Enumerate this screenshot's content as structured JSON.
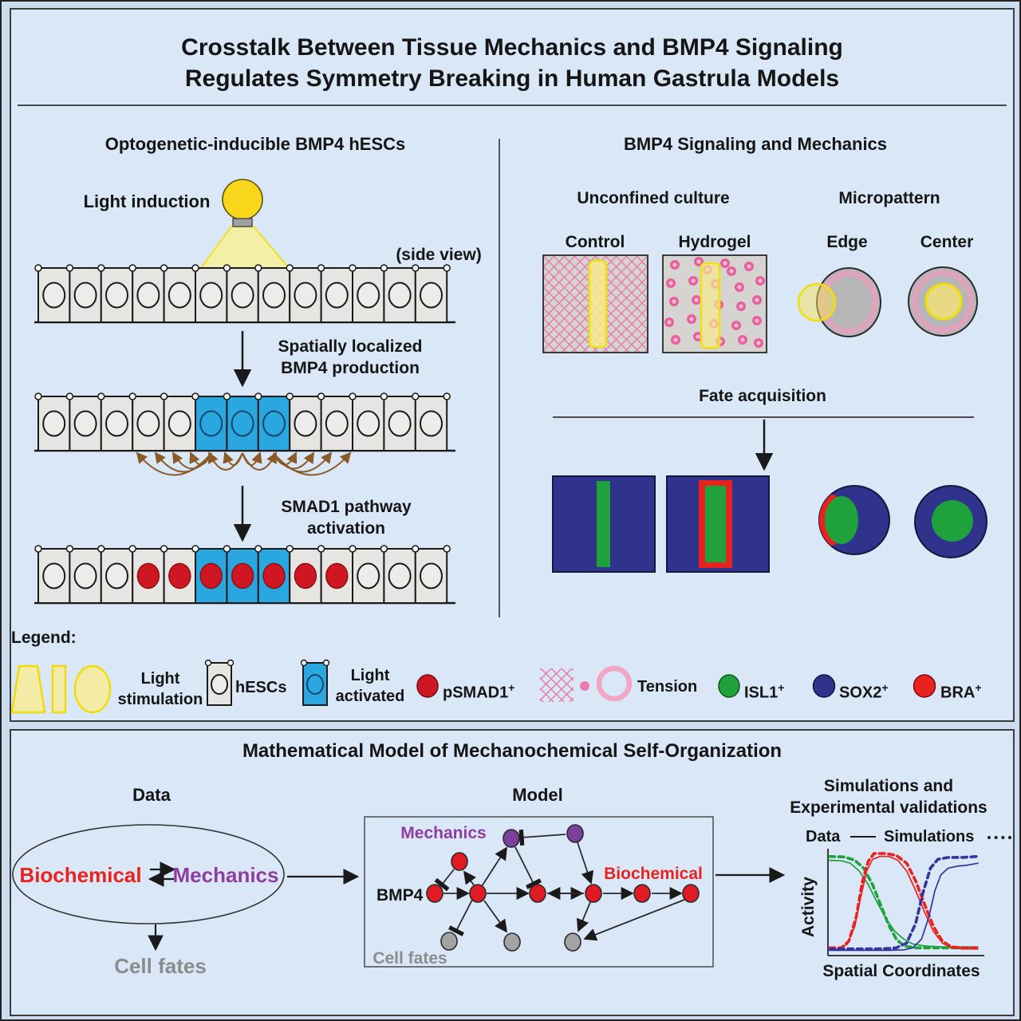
{
  "title": {
    "line1": "Crosstalk Between Tissue Mechanics and BMP4 Signaling",
    "line2": "Regulates Symmetry Breaking in Human Gastrula Models"
  },
  "left_panel": {
    "header": "Optogenetic-inducible BMP4 hESCs",
    "light_induction": "Light induction",
    "side_view": "(side view)",
    "step1": [
      "Spatially localized",
      "BMP4 production"
    ],
    "step2": [
      "SMAD1 pathway",
      "activation"
    ],
    "cell_rows": [
      {
        "y": 9,
        "pattern": "ggggggggggggg"
      },
      {
        "y": 170,
        "pattern": "gggggBBBggggg"
      },
      {
        "y": 361,
        "pattern": "gggrrRRRrrggg"
      }
    ]
  },
  "right_panel": {
    "header": "BMP4 Signaling and Mechanics",
    "unconfined_title": "Unconfined culture",
    "micropattern_title": "Micropattern",
    "control_label": "Control",
    "hydrogel_label": "Hydrogel",
    "edge_label": "Edge",
    "center_label": "Center",
    "fate_label": "Fate acquisition",
    "hydrogel_dots": [
      [
        15,
        12
      ],
      [
        45,
        8
      ],
      [
        78,
        10
      ],
      [
        108,
        14
      ],
      [
        122,
        32
      ],
      [
        10,
        35
      ],
      [
        38,
        32
      ],
      [
        66,
        36
      ],
      [
        96,
        40
      ],
      [
        118,
        56
      ],
      [
        14,
        58
      ],
      [
        42,
        56
      ],
      [
        70,
        62
      ],
      [
        98,
        64
      ],
      [
        8,
        84
      ],
      [
        36,
        80
      ],
      [
        64,
        86
      ],
      [
        92,
        88
      ],
      [
        118,
        82
      ],
      [
        16,
        106
      ],
      [
        44,
        102
      ],
      [
        72,
        108
      ],
      [
        100,
        106
      ],
      [
        120,
        110
      ],
      [
        56,
        18
      ],
      [
        86,
        20
      ]
    ]
  },
  "legend": {
    "title": "Legend:",
    "light_stim_line1": "Light",
    "light_stim_line2": "stimulation",
    "hescs": "hESCs",
    "light_act_line1": "Light",
    "light_act_line2": "activated",
    "psmad1": "pSMAD1",
    "tension": "Tension",
    "isl1": "ISL1",
    "sox2": "SOX2",
    "bra": "BRA",
    "plus": "+"
  },
  "bottom_panel": {
    "header": "Mathematical Model of Mechanochemical Self-Organization",
    "data_label": "Data",
    "model_label": "Model",
    "biochemical": "Biochemical",
    "mechanics": "Mechanics",
    "cell_fates": "Cell fates",
    "model_mechanics": "Mechanics",
    "model_biochemical": "Biochemical",
    "model_cell_fates": "Cell fates",
    "bmp4": "BMP4",
    "sim_title_line1": "Simulations and",
    "sim_title_line2": "Experimental validations",
    "chart_legend_data": "Data",
    "chart_legend_sim": "Simulations"
  },
  "chart_data": {
    "type": "line",
    "title": "Simulations and Experimental validations",
    "xlabel": "Spatial Coordinates",
    "ylabel": "Activity",
    "x_range": [
      0,
      1
    ],
    "y_range": [
      0,
      1
    ],
    "grid": false,
    "legend": [
      {
        "label": "Data",
        "style": "solid"
      },
      {
        "label": "Simulations",
        "style": "dashed"
      }
    ],
    "series": [
      {
        "name": "ISL1-data",
        "color": "#1fa23c",
        "style": "solid",
        "points": [
          [
            0,
            0.93
          ],
          [
            0.08,
            0.925
          ],
          [
            0.14,
            0.9
          ],
          [
            0.2,
            0.82
          ],
          [
            0.26,
            0.68
          ],
          [
            0.32,
            0.5
          ],
          [
            0.38,
            0.33
          ],
          [
            0.44,
            0.2
          ],
          [
            0.5,
            0.12
          ],
          [
            0.56,
            0.07
          ],
          [
            0.64,
            0.05
          ],
          [
            0.75,
            0.04
          ],
          [
            1,
            0.04
          ]
        ]
      },
      {
        "name": "ISL1-simulation",
        "color": "#1fa23c",
        "style": "dashed",
        "points": [
          [
            0,
            0.97
          ],
          [
            0.1,
            0.965
          ],
          [
            0.17,
            0.93
          ],
          [
            0.23,
            0.85
          ],
          [
            0.29,
            0.68
          ],
          [
            0.35,
            0.45
          ],
          [
            0.4,
            0.26
          ],
          [
            0.45,
            0.12
          ],
          [
            0.5,
            0.05
          ],
          [
            0.58,
            0.03
          ],
          [
            0.7,
            0.03
          ],
          [
            1,
            0.03
          ]
        ]
      },
      {
        "name": "BRA-data",
        "color": "#e8231e",
        "style": "solid",
        "points": [
          [
            0,
            0.01
          ],
          [
            0.07,
            0.02
          ],
          [
            0.12,
            0.07
          ],
          [
            0.17,
            0.25
          ],
          [
            0.21,
            0.55
          ],
          [
            0.25,
            0.82
          ],
          [
            0.29,
            0.94
          ],
          [
            0.34,
            0.97
          ],
          [
            0.4,
            0.97
          ],
          [
            0.46,
            0.93
          ],
          [
            0.52,
            0.82
          ],
          [
            0.58,
            0.62
          ],
          [
            0.64,
            0.4
          ],
          [
            0.7,
            0.2
          ],
          [
            0.76,
            0.08
          ],
          [
            0.82,
            0.03
          ],
          [
            0.9,
            0.02
          ],
          [
            1,
            0.02
          ]
        ]
      },
      {
        "name": "BRA-simulation",
        "color": "#e8231e",
        "style": "dashed",
        "points": [
          [
            0,
            0.03
          ],
          [
            0.08,
            0.03
          ],
          [
            0.13,
            0.1
          ],
          [
            0.18,
            0.35
          ],
          [
            0.22,
            0.7
          ],
          [
            0.26,
            0.92
          ],
          [
            0.3,
            1.0
          ],
          [
            0.38,
            1.0
          ],
          [
            0.45,
            0.98
          ],
          [
            0.52,
            0.9
          ],
          [
            0.58,
            0.72
          ],
          [
            0.64,
            0.48
          ],
          [
            0.7,
            0.25
          ],
          [
            0.76,
            0.1
          ],
          [
            0.82,
            0.04
          ],
          [
            0.9,
            0.03
          ],
          [
            1,
            0.03
          ]
        ]
      },
      {
        "name": "SOX2-data",
        "color": "#34349c",
        "style": "solid",
        "points": [
          [
            0,
            0.005
          ],
          [
            0.4,
            0.005
          ],
          [
            0.5,
            0.01
          ],
          [
            0.56,
            0.03
          ],
          [
            0.62,
            0.12
          ],
          [
            0.67,
            0.35
          ],
          [
            0.71,
            0.62
          ],
          [
            0.75,
            0.78
          ],
          [
            0.8,
            0.85
          ],
          [
            0.86,
            0.87
          ],
          [
            0.93,
            0.88
          ],
          [
            1,
            0.9
          ]
        ]
      },
      {
        "name": "SOX2-simulation",
        "color": "#34349c",
        "style": "dashed",
        "points": [
          [
            0,
            0.02
          ],
          [
            0.35,
            0.02
          ],
          [
            0.45,
            0.03
          ],
          [
            0.52,
            0.08
          ],
          [
            0.58,
            0.28
          ],
          [
            0.63,
            0.6
          ],
          [
            0.68,
            0.85
          ],
          [
            0.73,
            0.94
          ],
          [
            0.8,
            0.96
          ],
          [
            0.9,
            0.96
          ],
          [
            1,
            0.97
          ]
        ]
      }
    ]
  }
}
